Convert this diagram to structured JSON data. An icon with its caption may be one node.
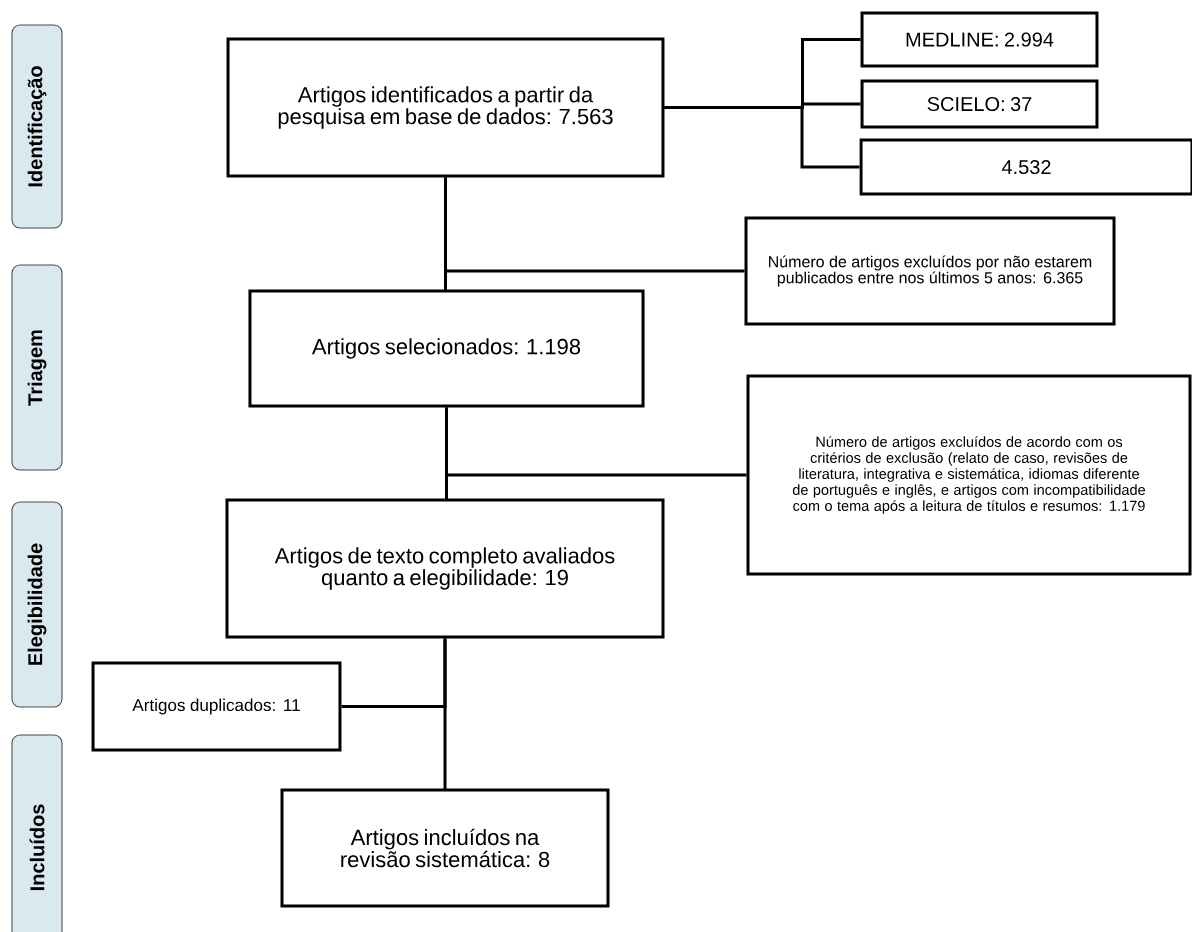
{
  "diagram": {
    "nodes": [
      {
        "text": [
          "Identificação"
        ]
      },
      {
        "text": [
          "Triagem"
        ]
      },
      {
        "text": [
          "Elegibilidade"
        ]
      },
      {
        "text": [
          "Incluídos"
        ]
      },
      {
        "text": [
          "Artigos identificados a partir da pesquisa em base de dados: 7.563"
        ]
      },
      {
        "text": [
          "MEDLINE: 2.994"
        ]
      },
      {
        "text": [
          "SCIELO: 37"
        ]
      },
      {
        "text": [
          "4.532"
        ]
      },
      {
        "text": [
          "Número de artigos excluídos por não estarem publicados entre nos últimos 5 anos: 6.365"
        ]
      },
      {
        "text": [
          "Artigos selecionados: 1.198"
        ]
      },
      {
        "text": [
          "Número de artigos excluídos de acordo com os critérios de exclusão (relato de caso, revisões de literatura, integrativa e sistemática, idiomas diferente de português e inglês, e artigos com incompatibilidade com o tema após a leitura de títulos e resumos: 1.179"
        ]
      },
      {
        "text": [
          "Artigos de texto completo avaliados quanto a elegibilidade: 19"
        ]
      },
      {
        "text": [
          "Artigos duplicados: 11"
        ]
      },
      {
        "text": [
          "Artigos incluídos na revisão sistemática: 8"
        ]
      }
    ],
    "edges": [
      {
        "from": 5,
        "to": 4,
        "arrow": "none"
      },
      {
        "from": 6,
        "to": 4,
        "arrow": "none"
      },
      {
        "from": 7,
        "to": 4,
        "arrow": "none"
      },
      {
        "from": 4,
        "to": 9,
        "arrow": "none"
      },
      {
        "from": 4,
        "to": 8,
        "arrow": "none"
      },
      {
        "from": 9,
        "to": 11,
        "arrow": "none"
      },
      {
        "from": 9,
        "to": 10,
        "arrow": "none"
      },
      {
        "from": 11,
        "to": 13,
        "arrow": "none"
      },
      {
        "from": 11,
        "to": 12,
        "arrow": "none"
      }
    ]
  }
}
